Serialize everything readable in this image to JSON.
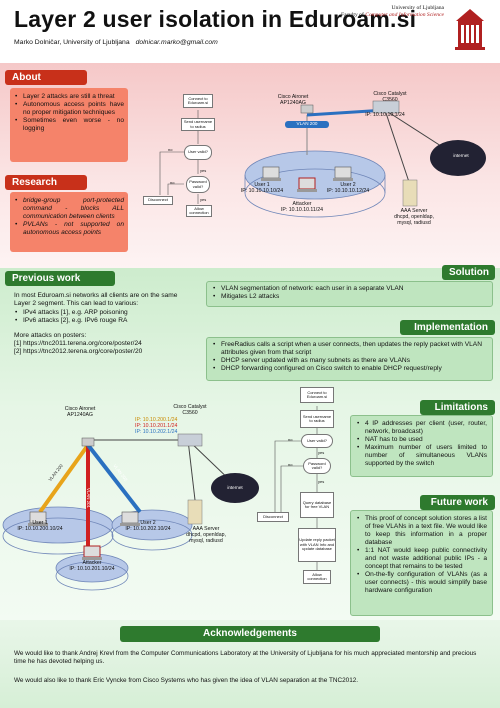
{
  "title": "Layer 2 user isolation in Eduroam.si",
  "authors": "Marko Dolničar, University of Ljubljana",
  "email": "dolnicar.marko@gmail.com",
  "university": {
    "line1": "University of Ljubljana",
    "line2_prefix": "Faculty of ",
    "line2_em": "Computer and Information Science"
  },
  "about": {
    "header": "About",
    "items": [
      "Layer 2 attacks are still a threat",
      "Autonomous access points have no proper mitigation techniques",
      "Sometimes even worse - no logging"
    ]
  },
  "research": {
    "header": "Research",
    "items": [
      "bridge-group port-protected command - blocks ALL communication between clients",
      "PVLANs - not supported on autonomous access points"
    ]
  },
  "top_flow": {
    "connect": "Connect to Eduroam.si",
    "send": "Send username to radius",
    "valid": "User valid?",
    "pwd": "Password valid?",
    "allow": "Allow connection",
    "disconnect": "Disconnect",
    "no1": "no",
    "yes1": "yes",
    "no2": "no",
    "yes2": "yes"
  },
  "top_net": {
    "ap": "Cisco Aironet\nAP1240AG",
    "switch": "Cisco Catalyst\nC3560",
    "switch_ip": "IP: 10.10.10.1/24",
    "vlan": "VLAN 200",
    "internet": "internet",
    "u1": "User 1\nIP: 10.10.10.10/24",
    "u2": "User 2\nIP: 10.10.10.12/24",
    "att": "Attacker\nIP: 10.10.10.11/24",
    "aaa": "AAA Server\ndhcpd, openldap,\nmysql, radiusd"
  },
  "previous": {
    "header": "Previous work",
    "intro": "In most Eduroam.si networks all clients are on the same Layer 2 segment. This can lead to various:",
    "items": [
      "IPv4 attacks [1], e.g. ARP poisoning",
      "IPv6 attacks [2], e.g. IPv6 rouge RA"
    ],
    "posters_title": "More attacks on posters:",
    "refs": [
      "[1] https://tnc2011.terena.org/core/poster/24",
      "[2] https://tnc2012.terena.org/core/poster/20"
    ]
  },
  "solution": {
    "header": "Solution",
    "items": [
      "VLAN segmentation of network: each user in a separate VLAN",
      "Mitigates L2 attacks"
    ]
  },
  "implementation": {
    "header": "Implementation",
    "items": [
      "FreeRadius calls a script when a user connects, then updates the reply packet with VLAN attributes given from that script",
      "DHCP server updated with as many subnets as there are VLANs",
      "DHCP forwarding configured on Cisco switch to enable DHCP request/reply"
    ]
  },
  "limitations": {
    "header": "Limitations",
    "items": [
      "4 IP addresses per client (user, router, network, broadcast)",
      "NAT has to be used",
      "Maximum number of users limited to number of simultaneous VLANs supported by the switch"
    ]
  },
  "future": {
    "header": "Future work",
    "items": [
      "This proof of concept solution stores a list of free VLANs in a text file. We would like to keep this information in a proper database",
      "1:1 NAT would keep public connectivity and not waste additional public IPs - a concept that remains to be tested",
      "On-the-fly configuration of VLANs (as a user connects) - this would simplify base hardware configuration"
    ]
  },
  "bottom_flow": {
    "connect": "Connect to Eduroam.si",
    "send": "Send username to radius",
    "valid": "User valid?",
    "pwd": "Password valid?",
    "query": "Query database for free VLAN",
    "update": "Update reply packet with VLAN Info and update database",
    "allow": "Allow connection",
    "disconnect": "Disconnect",
    "no1": "no",
    "yes1": "yes",
    "no2": "no",
    "yes2": "yes"
  },
  "bottom_net": {
    "ap": "Cisco Aironet\nAP1240AG",
    "switch": "Cisco Catalyst\nC3560",
    "ips": [
      "IP: 10.10.200.1/24",
      "IP: 10.10.201.1/24",
      "IP: 10.10.202.1/24"
    ],
    "vlans": [
      "VLAN 200",
      "VLAN 201",
      "VLAN 202"
    ],
    "internet": "internet",
    "u1": "User 1\nIP: 10.10.200.10/24",
    "u2": "User 2\nIP: 10.10.202.10/24",
    "att": "Attacker\nIP: 10.10.201.10/24",
    "aaa": "AAA Server\ndhcpd, openldap,\nmysql, radiusd"
  },
  "ack": {
    "header": "Acknowledgements",
    "p1": "We would like to thank Andrej Krevl from the Computer Communications Laboratory at the University of Ljubljana for his much appreciated mentorship and precious time he has devoted helping us.",
    "p2": "We would also like to thank Eric Vyncke from Cisco Systems who has given the idea of VLAN separation at the TNC2012."
  },
  "colors": {
    "red_header": "#c8301a",
    "red_box": "#f5836a",
    "green_header": "#2e7a2e",
    "green_box": "#bfe5bf",
    "vlan200": "#e8a41a",
    "vlan201": "#d02020",
    "vlan202": "#2a70c0"
  }
}
